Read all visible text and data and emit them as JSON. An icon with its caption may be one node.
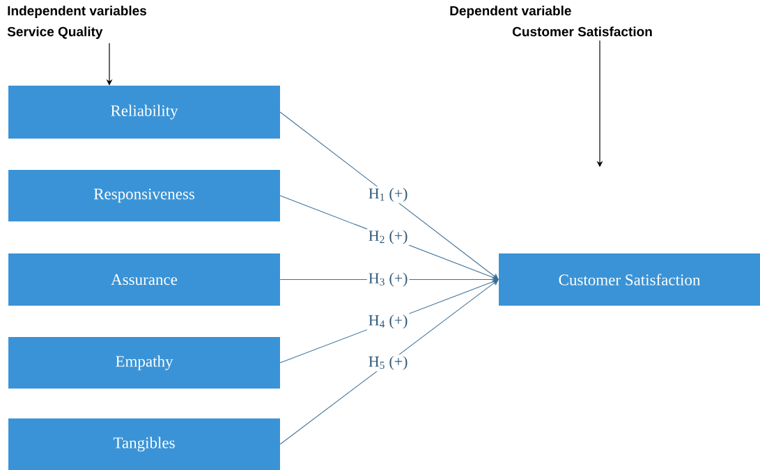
{
  "diagram": {
    "nodes": [
      {
        "text": [
          "Independent variables",
          "Service Quality"
        ]
      },
      {
        "text": [
          "Dependent variable",
          "Customer Satisfaction"
        ]
      },
      {
        "text": [
          "Reliability"
        ]
      },
      {
        "text": [
          "Responsiveness"
        ]
      },
      {
        "text": [
          "Assurance"
        ]
      },
      {
        "text": [
          "Empathy"
        ]
      },
      {
        "text": [
          "Tangibles"
        ]
      },
      {
        "text": [
          "Customer Satisfaction"
        ]
      }
    ],
    "edges": [
      {
        "from": 0,
        "to": 2,
        "arrow": "to",
        "color": "#000000"
      },
      {
        "from": 1,
        "to": null,
        "arrow": "to",
        "color": "#000000"
      },
      {
        "from": 2,
        "to": 7,
        "arrow": "to",
        "label": "H$_{1}$ (+)"
      },
      {
        "from": 3,
        "to": 7,
        "arrow": "to",
        "label": "H$_{2}$ (+)"
      },
      {
        "from": 4,
        "to": 7,
        "arrow": "to",
        "label": "H$_{3}$ (+)"
      },
      {
        "from": 5,
        "to": 7,
        "arrow": "to",
        "label": "H$_{4}$ (+)"
      },
      {
        "from": 6,
        "to": 7,
        "arrow": "to",
        "label": "H$_{5}$ (+)"
      }
    ]
  }
}
